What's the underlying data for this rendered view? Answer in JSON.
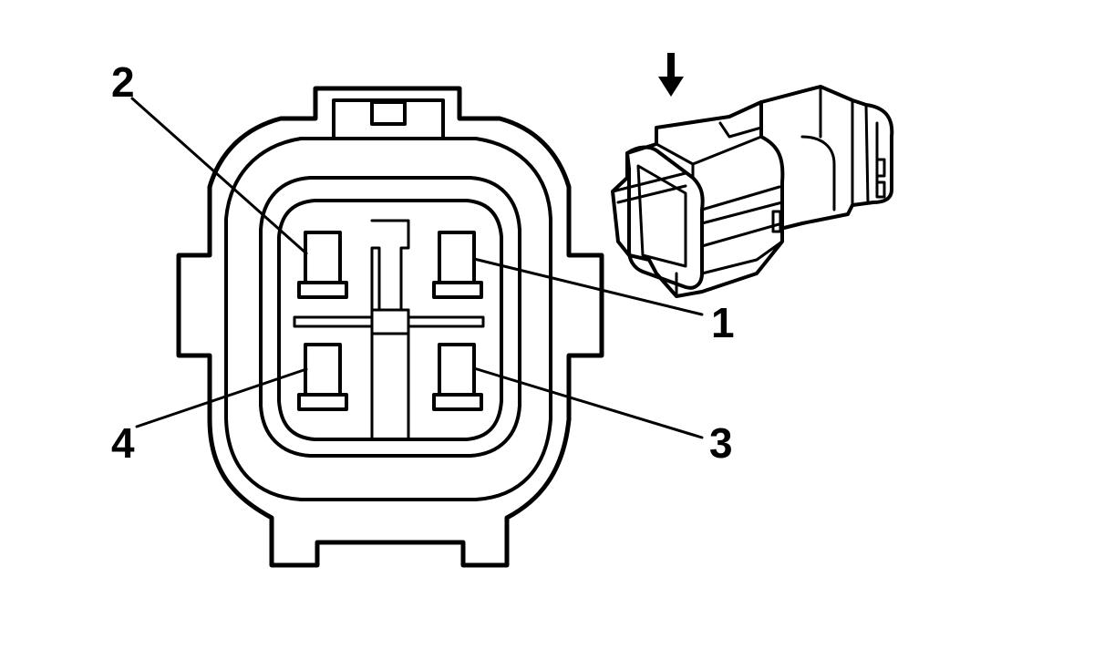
{
  "colors": {
    "ink": "#000000",
    "background": "#ffffff"
  },
  "icons": [
    "arrow-down-icon"
  ],
  "callouts": [
    {
      "id": "pin-1",
      "label": "1"
    },
    {
      "id": "pin-2",
      "label": "2"
    },
    {
      "id": "pin-3",
      "label": "3"
    },
    {
      "id": "pin-4",
      "label": "4"
    }
  ]
}
